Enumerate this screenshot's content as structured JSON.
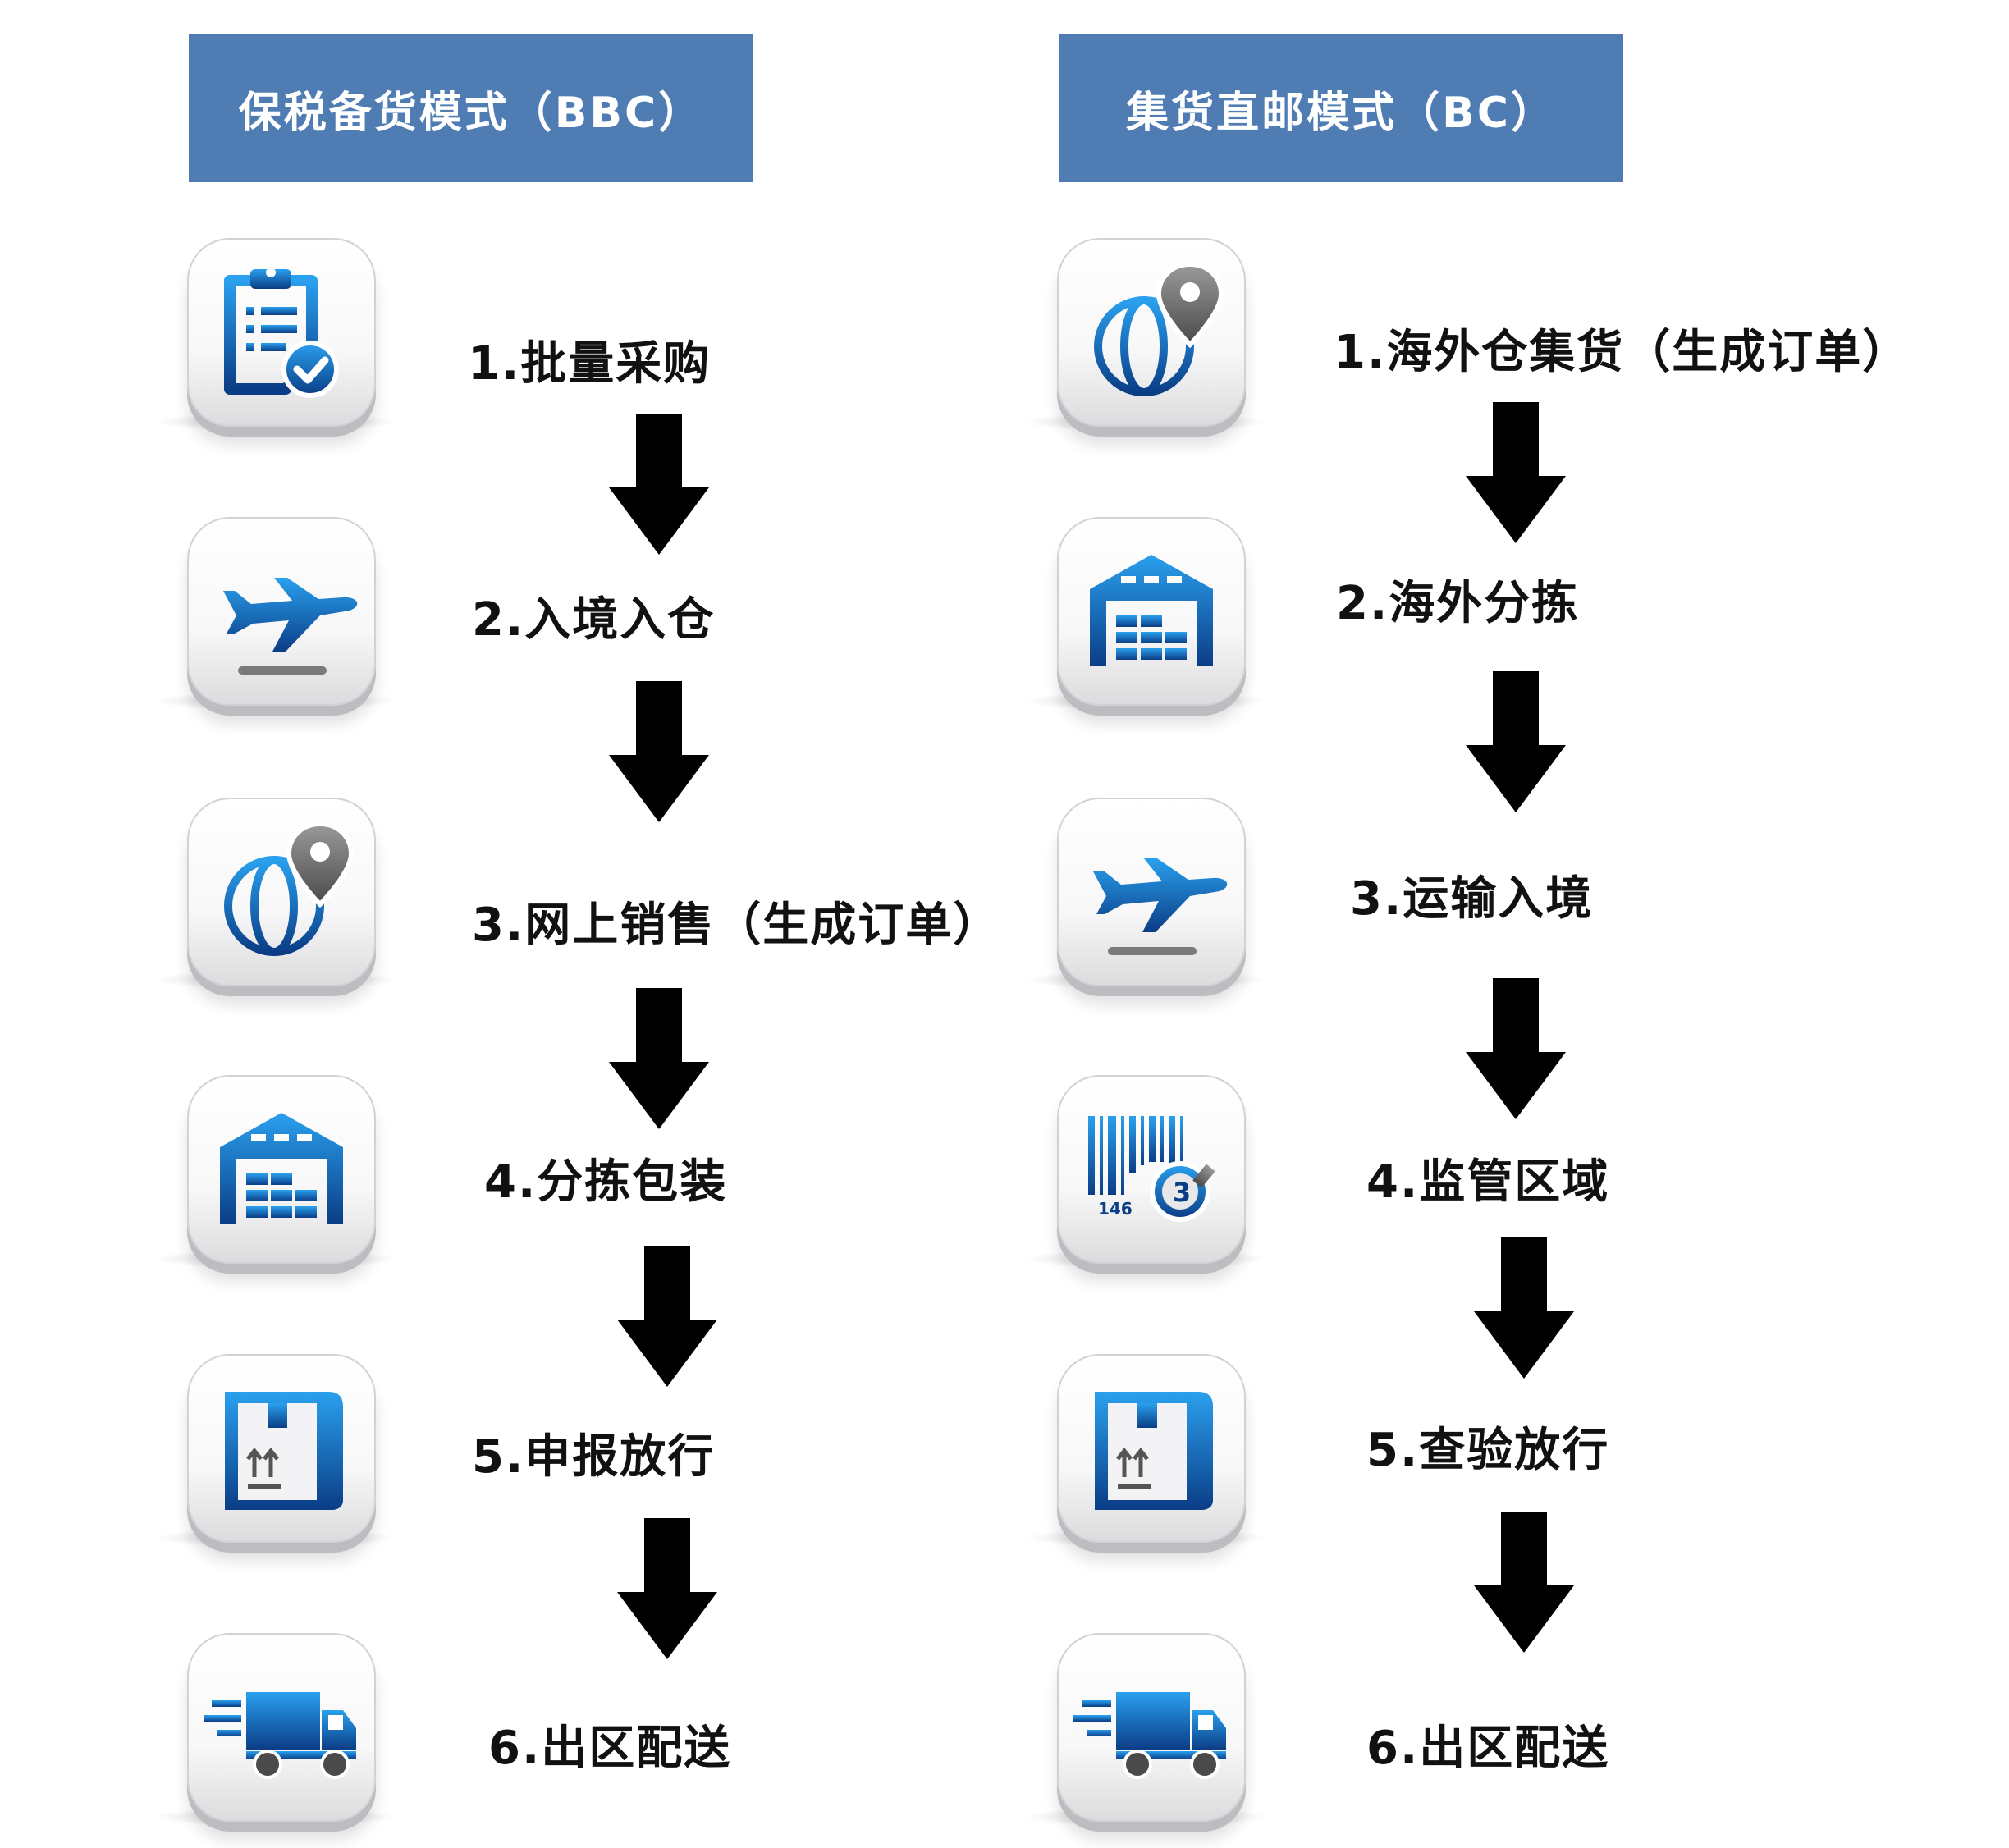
{
  "colors": {
    "header_bg": "#4F7CB3",
    "icon_blue": "#1976C8",
    "icon_dark": "#0B3D86"
  },
  "left": {
    "title": "保税备货模式（BBC）",
    "steps": [
      {
        "label": "1.批量采购",
        "icon": "clipboard-check-icon"
      },
      {
        "label": "2.入境入仓",
        "icon": "airplane-departure-icon"
      },
      {
        "label": "3.网上销售（生成订单）",
        "icon": "globe-location-icon"
      },
      {
        "label": "4.分拣包装",
        "icon": "warehouse-icon"
      },
      {
        "label": "5.申报放行",
        "icon": "package-box-icon"
      },
      {
        "label": "6.出区配送",
        "icon": "delivery-truck-icon"
      }
    ]
  },
  "right": {
    "title": "集货直邮模式（BC）",
    "steps": [
      {
        "label": "1.海外仓集货（生成订单）",
        "icon": "globe-location-icon"
      },
      {
        "label": "2.海外分拣",
        "icon": "warehouse-icon"
      },
      {
        "label": "3.运输入境",
        "icon": "airplane-departure-icon"
      },
      {
        "label": "4.监管区域",
        "icon": "barcode-icon"
      },
      {
        "label": "5.查验放行",
        "icon": "package-box-icon"
      },
      {
        "label": "6.出区配送",
        "icon": "delivery-truck-icon"
      }
    ],
    "barcode_caption": "146",
    "barcode_badge": "3"
  }
}
